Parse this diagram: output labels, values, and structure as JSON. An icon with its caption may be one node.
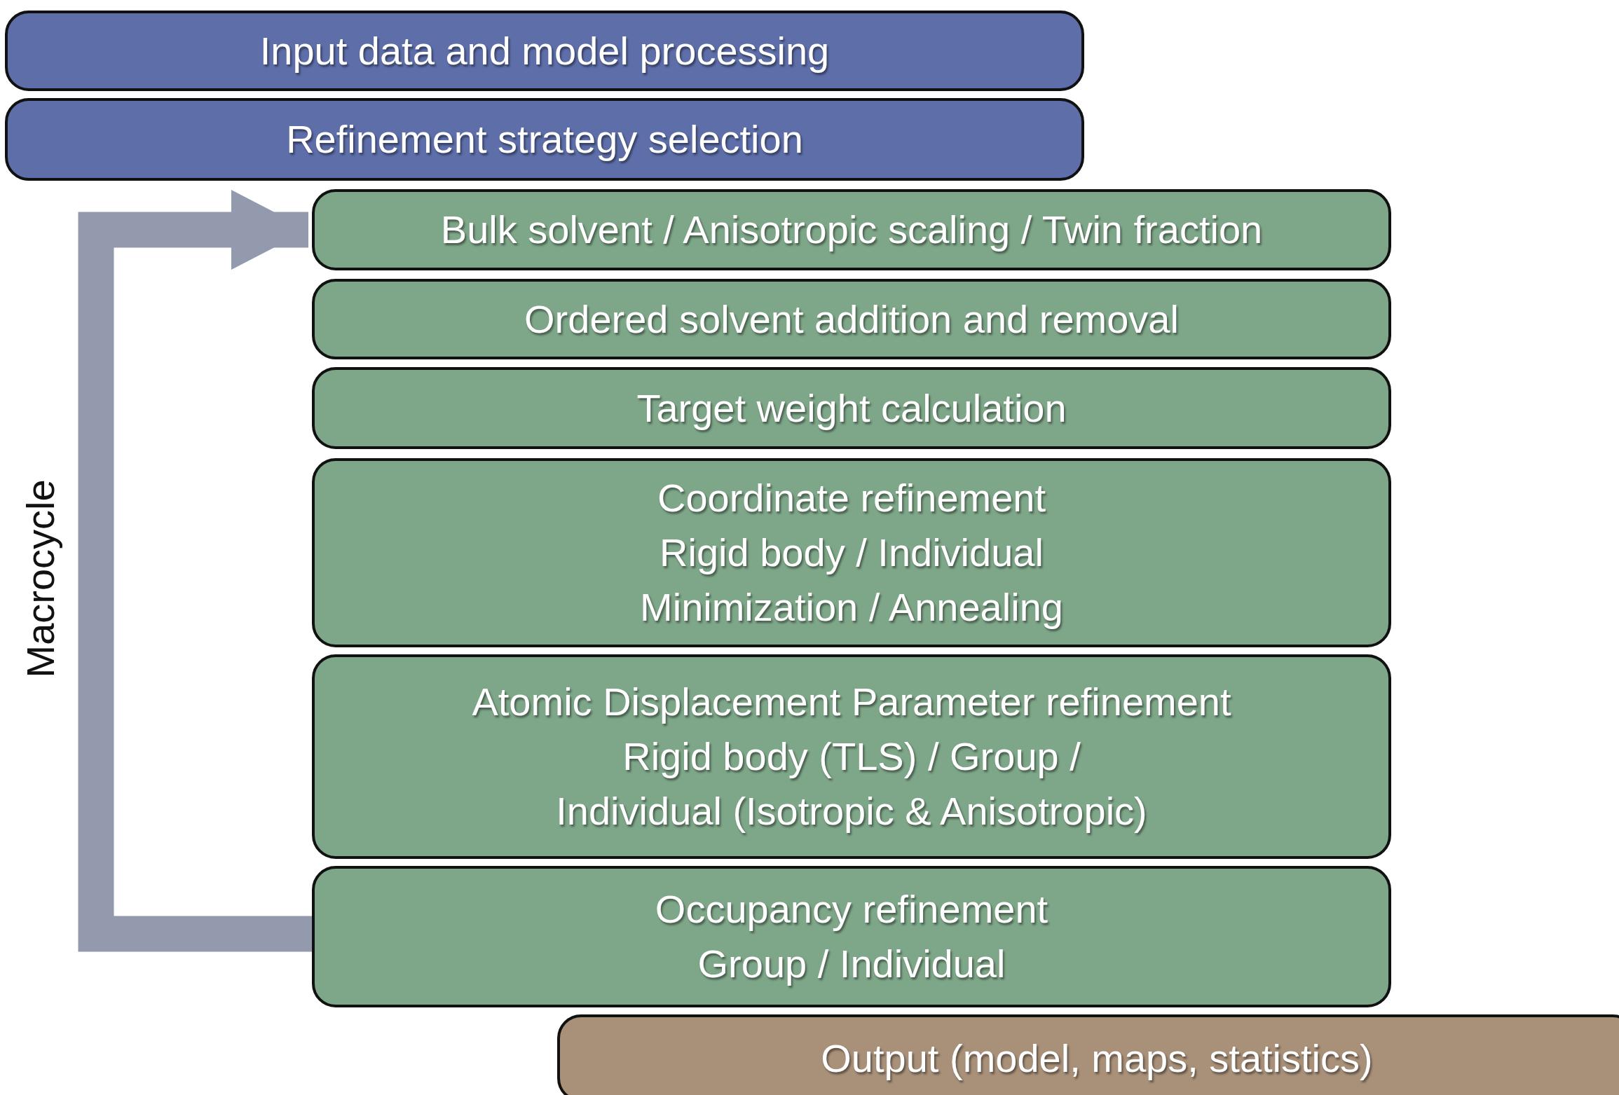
{
  "diagram": {
    "nodes": [
      {
        "text": [
          "Input data and model processing"
        ]
      },
      {
        "text": [
          "Refinement strategy selection"
        ]
      },
      {
        "text": [
          "Bulk solvent / Anisotropic scaling / Twin fraction"
        ]
      },
      {
        "text": [
          "Ordered solvent addition and removal"
        ]
      },
      {
        "text": [
          "Target weight calculation"
        ]
      },
      {
        "text": [
          "Coordinate refinement",
          "Rigid body / Individual",
          "Minimization / Annealing"
        ]
      },
      {
        "text": [
          "Atomic Displacement Parameter refinement",
          "Rigid body (TLS) / Group /",
          "Individual (Isotropic & Anisotropic)"
        ]
      },
      {
        "text": [
          "Occupancy refinement",
          "Group / Individual"
        ]
      },
      {
        "text": [
          "Output (model, maps, statistics)"
        ]
      }
    ],
    "edges": [
      {
        "from": 7,
        "to": 2,
        "arrow": "to",
        "color": "#949aad"
      }
    ],
    "labels": [
      "Macrocycle"
    ]
  }
}
